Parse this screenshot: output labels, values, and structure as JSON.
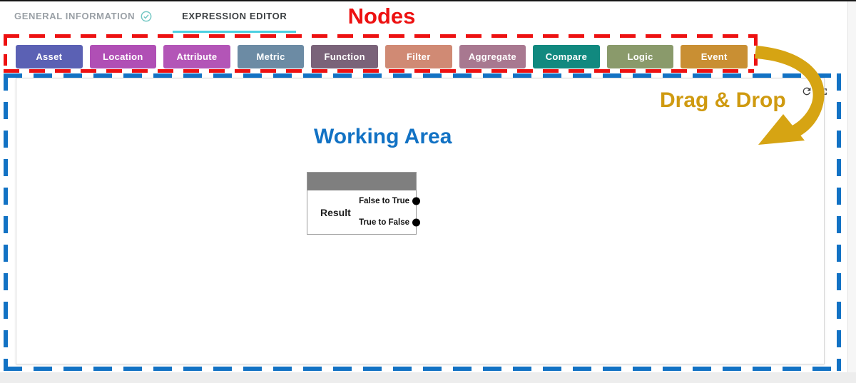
{
  "tabs": {
    "general_information": {
      "label": "GENERAL INFORMATION",
      "state": "completed"
    },
    "expression_editor": {
      "label": "EXPRESSION EDITOR",
      "state": "active"
    }
  },
  "annotations": {
    "nodes": "Nodes",
    "working_area": "Working Area",
    "drag_drop": "Drag & Drop"
  },
  "palette": {
    "buttons": [
      {
        "label": "Asset",
        "color": "#5b61b4"
      },
      {
        "label": "Location",
        "color": "#b04fb5"
      },
      {
        "label": "Attribute",
        "color": "#b355b7"
      },
      {
        "label": "Metric",
        "color": "#6c8ba4"
      },
      {
        "label": "Function",
        "color": "#7a6379"
      },
      {
        "label": "Filter",
        "color": "#d08a74"
      },
      {
        "label": "Aggregate",
        "color": "#a87890"
      },
      {
        "label": "Compare",
        "color": "#11897f"
      },
      {
        "label": "Logic",
        "color": "#8a9a6b"
      },
      {
        "label": "Event",
        "color": "#c98f33"
      }
    ]
  },
  "canvas": {
    "result_node": {
      "title": "Result",
      "ports": [
        "False to True",
        "True to False"
      ]
    },
    "toolbar": [
      "refresh-icon",
      "fullscreen-icon"
    ]
  },
  "colors": {
    "annotation_red": "#ed1111",
    "annotation_blue": "#1272c4",
    "annotation_gold": "#cf9a10",
    "arrow_gold": "#d6a413",
    "tab_underline": "#4dd0e1",
    "check_icon": "#72c7c3",
    "node_header": "#7f7f7f",
    "tab_active_text": "#3c4043",
    "tab_inactive_text": "#9aa0a6",
    "icon_gray": "#3c3c3c"
  }
}
